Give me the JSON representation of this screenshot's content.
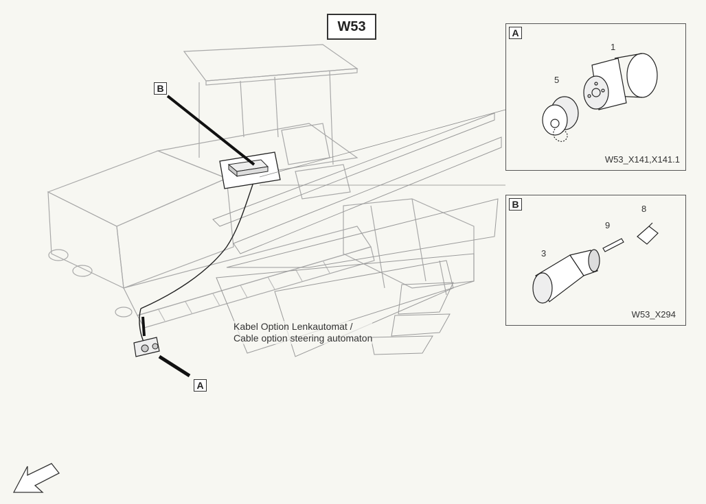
{
  "title": "W53",
  "caption": {
    "line1": "Kabel Option Lenkautomat /",
    "line2": "Cable option steering automaton"
  },
  "detail_a": {
    "label": "A",
    "code": "W53_X141,X141.1",
    "parts": [
      "1",
      "5"
    ]
  },
  "detail_b": {
    "label": "B",
    "code": "W53_X294",
    "parts": [
      "8",
      "9",
      "3"
    ]
  },
  "callouts": {
    "a": "A",
    "b": "B"
  },
  "colors": {
    "background": "#f7f7f2",
    "line": "#333333",
    "light_line": "#9a9a9a"
  },
  "icons": [
    "direction-arrow-icon"
  ]
}
